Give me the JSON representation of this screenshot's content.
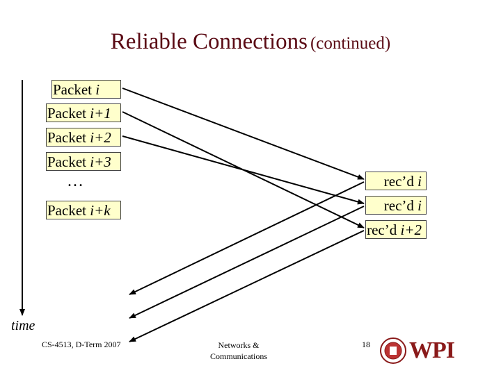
{
  "slide": {
    "title": "Reliable Connections",
    "title_suffix": "(continued)",
    "dots": "…",
    "time_label": "time",
    "footer_left": "CS-4513, D-Term 2007",
    "footer_center_line1": "Networks &",
    "footer_center_line2": "Communications",
    "page_number": "18",
    "logo_text": "WPI"
  },
  "packets": [
    {
      "prefix": "Packet ",
      "var": "i",
      "suffix": ""
    },
    {
      "prefix": "Packet ",
      "var": "i",
      "suffix": "+1"
    },
    {
      "prefix": "Packet ",
      "var": "i",
      "suffix": "+2"
    },
    {
      "prefix": "Packet ",
      "var": "i",
      "suffix": "+3"
    },
    {
      "prefix": "Packet ",
      "var": "i",
      "suffix": "+k"
    }
  ],
  "receipts": [
    {
      "prefix": "rec’d ",
      "var": "i",
      "suffix": ""
    },
    {
      "prefix": "rec’d ",
      "var": "i",
      "suffix": ""
    },
    {
      "prefix": "rec’d ",
      "var": "i",
      "suffix": "+2"
    }
  ],
  "colors": {
    "title": "#5a0a14",
    "box_fill": "#ffffcc",
    "logo": "#8a1a1a"
  }
}
